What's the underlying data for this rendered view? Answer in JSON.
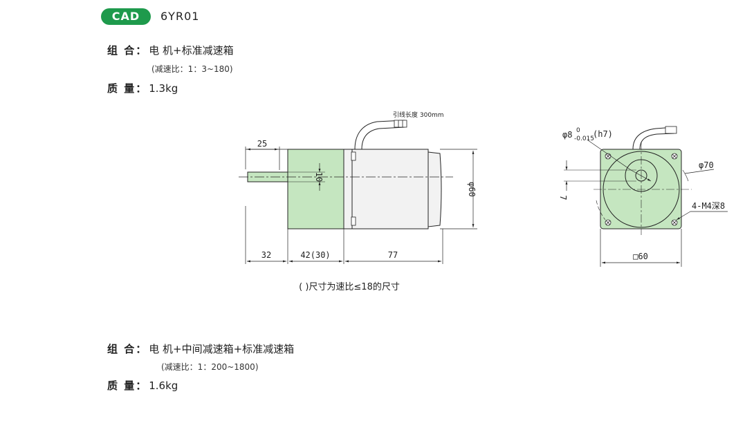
{
  "header": {
    "badge": "CAD",
    "model": "6YR01"
  },
  "spec_a": {
    "combo_label": "组 合：",
    "combo_value": "电 机+标准减速箱",
    "ratio": "(减速比：1：3~180)",
    "mass_label": "质 量：",
    "mass_value": "1.3kg"
  },
  "spec_b": {
    "combo_label": "组 合：",
    "combo_value": "电 机+中间减速箱+标准减速箱",
    "ratio": "(减速比：1：200~1800)",
    "mass_label": "质 量：",
    "mass_value": "1.6kg"
  },
  "drawing": {
    "lead_wire": "引线长度 300mm",
    "dim_shaft_len": "25",
    "dim_shaft_dia": "10",
    "dim_body_dia": "φ60",
    "dim_32": "32",
    "dim_42": "42(30)",
    "dim_77": "77",
    "dim_shaft_tol_main": "φ8",
    "dim_shaft_tol_upper": "0",
    "dim_shaft_tol_lower": "-0.015",
    "dim_shaft_tol_fit": "(h7)",
    "dim_pcd": "φ70",
    "dim_7": "7",
    "dim_holes": "4-M4深8",
    "dim_square": "□60",
    "colors": {
      "gearbox_green": "#c5e6c0",
      "motor_grey": "#f2f2f2",
      "badge_green": "#1e9a4c"
    }
  },
  "note": "( )尺寸为速比≤18的尺寸"
}
